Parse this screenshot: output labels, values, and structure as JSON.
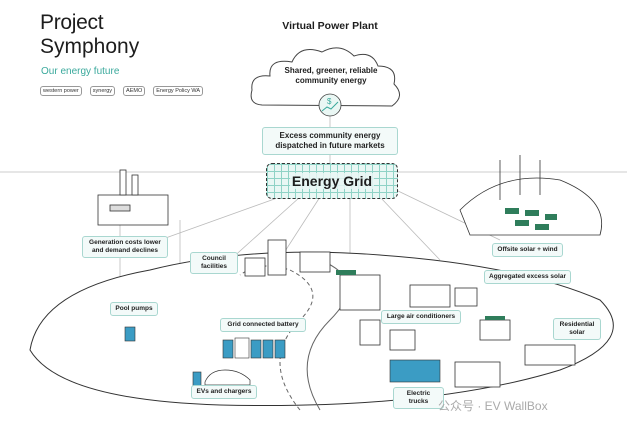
{
  "brand": {
    "title_line1": "Project",
    "title_line2": "Symphony",
    "tagline": "Our energy future",
    "partner_logos": [
      "western power",
      "synergy",
      "AEMO",
      "Energy Policy WA"
    ]
  },
  "header": {
    "title": "Virtual Power Plant"
  },
  "cloud": {
    "text": "Shared, greener, reliable community energy",
    "icon": "dollar-growth-icon"
  },
  "market_box": {
    "text": "Excess community energy dispatched in future markets"
  },
  "grid": {
    "label": "Energy Grid"
  },
  "labels": {
    "generation": "Generation costs lower and demand declines",
    "council": "Council facilities",
    "pool": "Pool pumps",
    "battery": "Grid connected battery",
    "evs": "EVs and chargers",
    "offsite": "Offsite solar + wind",
    "aggregated": "Aggregated excess solar",
    "aircon": "Large air conditioners",
    "residential": "Residential solar",
    "trucks": "Electric trucks"
  },
  "watermark": "公众号 · EV WallBox",
  "colors": {
    "accent": "#3aa99c",
    "label_border": "#a9d7d0",
    "label_bg": "#f3faf9",
    "highlight_blue": "#3b9cc4",
    "panel_green": "#2f7d5b"
  }
}
